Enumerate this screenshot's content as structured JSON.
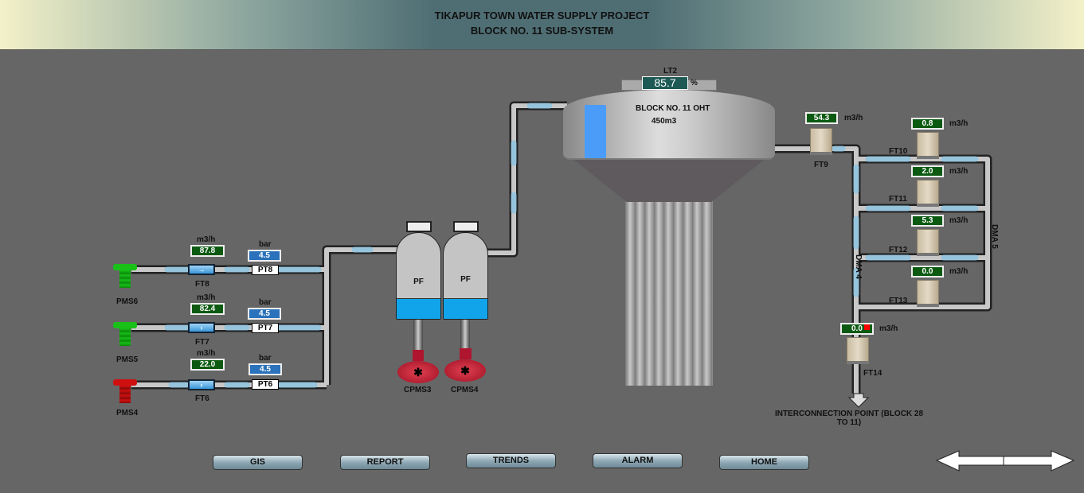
{
  "header": {
    "title": "TIKAPUR TOWN WATER SUPPLY PROJECT",
    "subtitle": "BLOCK NO. 11 SUB-SYSTEM"
  },
  "tank": {
    "tag": "LT2",
    "level": "85.7",
    "unit": "%",
    "name": "BLOCK NO. 11 OHT",
    "capacity": "450m3",
    "level_percent": 85.7
  },
  "pumps": [
    {
      "name": "PMS6",
      "status": "running",
      "color": "#18c018"
    },
    {
      "name": "PMS5",
      "status": "running",
      "color": "#18c018"
    },
    {
      "name": "PMS4",
      "status": "stopped",
      "color": "#d01010"
    }
  ],
  "flow_inlets": [
    {
      "tag": "FT8",
      "value": "87.8",
      "unit": "m3/h",
      "pt_tag": "PT8",
      "pressure": "4.5",
      "pressure_unit": "bar"
    },
    {
      "tag": "FT7",
      "value": "82.4",
      "unit": "m3/h",
      "pt_tag": "PT7",
      "pressure": "4.5",
      "pressure_unit": "bar"
    },
    {
      "tag": "FT6",
      "value": "22.0",
      "unit": "m3/h",
      "pt_tag": "PT6",
      "pressure": "4.5",
      "pressure_unit": "bar"
    }
  ],
  "filters": [
    {
      "label": "PF",
      "pump": "CPMS3"
    },
    {
      "label": "PF",
      "pump": "CPMS4"
    }
  ],
  "outlet": {
    "tag": "FT9",
    "value": "54.3",
    "unit": "m3/h"
  },
  "branches": [
    {
      "tag": "FT10",
      "value": "0.8",
      "unit": "m3/h"
    },
    {
      "tag": "FT11",
      "value": "2.0",
      "unit": "m3/h"
    },
    {
      "tag": "FT12",
      "value": "5.3",
      "unit": "m3/h"
    },
    {
      "tag": "FT13",
      "value": "0.0",
      "unit": "m3/h"
    }
  ],
  "ft14": {
    "tag": "FT14",
    "value": "0.0",
    "unit": "m3/h",
    "alarm_color": "#ff0000"
  },
  "dma4": "DMA 4",
  "dma5": "DMA 5",
  "interconnection": "INTERCONNECTION POINT (BLOCK 28 TO 11)",
  "nav": {
    "gis": "GIS",
    "report": "REPORT",
    "trends": "TRENDS",
    "alarm": "ALARM",
    "home": "HOME"
  }
}
